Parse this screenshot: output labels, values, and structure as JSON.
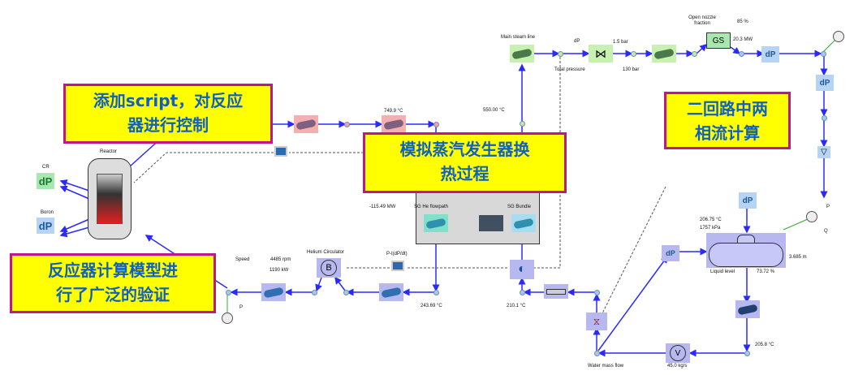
{
  "callouts": {
    "script_control": [
      "添加script，对反应",
      "器进行控制"
    ],
    "sg_heat_transfer": [
      "模拟蒸汽发生器换",
      "热过程"
    ],
    "two_phase": [
      "二回路中两",
      "相流计算"
    ],
    "reactor_validation": [
      "反应器计算模型进",
      "行了广泛的验证"
    ]
  },
  "reactor": {
    "label": "Reactor",
    "cr_label": "CR",
    "boron_label": "Boron",
    "dp_symbol": "dP"
  },
  "primary": {
    "hot_temp": "749.9 °C",
    "sg_power": "-115.49 MW",
    "sg_he_flowpath": "SG He flowpath",
    "sg_bundle": "SG Bundle",
    "sg_outlet_temp": "243.69 °C",
    "circulator_label": "Helium Circulator",
    "speed_label": "Speed",
    "speed_value": "4485 rpm",
    "circulator_power": "1190 kW",
    "controller_label": "P-I(dP/dt)",
    "p_label": "P"
  },
  "secondary": {
    "main_steam_line": "Main steam line",
    "steam_temp": "550.00 °C",
    "dp_label": "dP",
    "valve_dp": "1.5 bar",
    "total_pressure_label": "Total pressure",
    "total_pressure": "130 bar",
    "nozzle_label": "Open nozzle fraction",
    "nozzle_value": "85 %",
    "turbine_symbol": "GS",
    "turbine_power": "20.3 MW",
    "dp_symbol": "dP",
    "p_label": "P",
    "q_label": "Q",
    "feed_temp": "210.1 °C",
    "drum_temp": "206.75 °C",
    "drum_pressure": "1757 kPa",
    "drum_level_m": "3.685 m",
    "liquid_level_label": "Liquid level",
    "liquid_level_pct": "73.72 %",
    "return_temp": "205.8 °C",
    "pump_symbol": "V",
    "mass_flow": "45.0 kg/s",
    "mass_flow_label": "Water mass flow",
    "circulator_symbol": "B"
  },
  "colors": {
    "flow": "#2a2aff",
    "callout_bg": "#ffff00",
    "callout_border": "#c0168c",
    "callout_text": "#1060c0",
    "signal": "#555555"
  }
}
